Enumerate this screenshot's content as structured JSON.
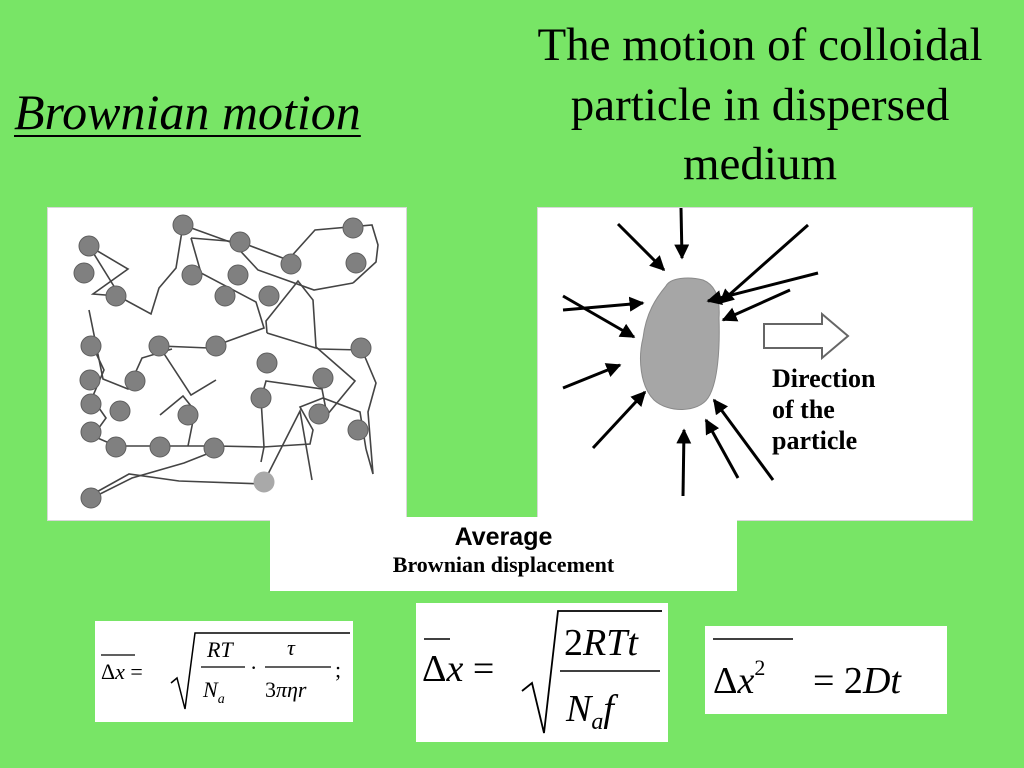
{
  "title": "Brownian motion",
  "subtitle": "The motion of colloidal particle in dispersed medium",
  "direction_label": [
    "Direction",
    "of the",
    "particle"
  ],
  "average_box": {
    "line1": "Average",
    "line2": "Brownian displacement"
  },
  "colors": {
    "background": "#78e566",
    "panel": "#ffffff",
    "particle_fill": "#808080",
    "highlight_particle": "#a9a9a9",
    "colloid": "#a6a6a6"
  },
  "icons": [
    "open-arrow-icon"
  ]
}
